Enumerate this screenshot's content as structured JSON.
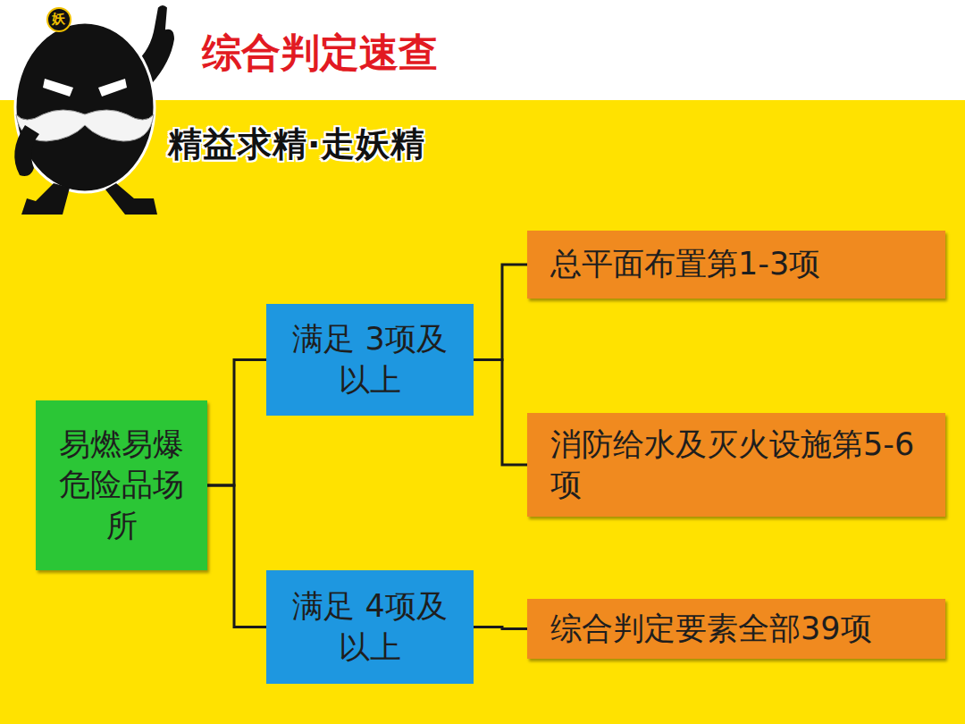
{
  "diagram": {
    "title": "综合判定速查",
    "nodes": [
      {
        "text": [
          "易燃易爆危险品场所"
        ]
      },
      {
        "text": [
          "满足 3项及以上"
        ]
      },
      {
        "text": [
          "满足 4项及以上"
        ]
      },
      {
        "text": [
          "总平面布置第1-3项"
        ]
      },
      {
        "text": [
          "消防给水及灭火设施第5-6项"
        ]
      },
      {
        "text": [
          "综合判定要素全部39项"
        ]
      }
    ],
    "edges": [
      {
        "from": 0,
        "to": 1,
        "arrow": "none"
      },
      {
        "from": 0,
        "to": 2,
        "arrow": "none"
      },
      {
        "from": 1,
        "to": 3,
        "arrow": "none"
      },
      {
        "from": 1,
        "to": 4,
        "arrow": "none"
      },
      {
        "from": 2,
        "to": 5,
        "arrow": "none"
      }
    ],
    "labels": [
      "妖",
      "精益求精·走妖精"
    ]
  }
}
